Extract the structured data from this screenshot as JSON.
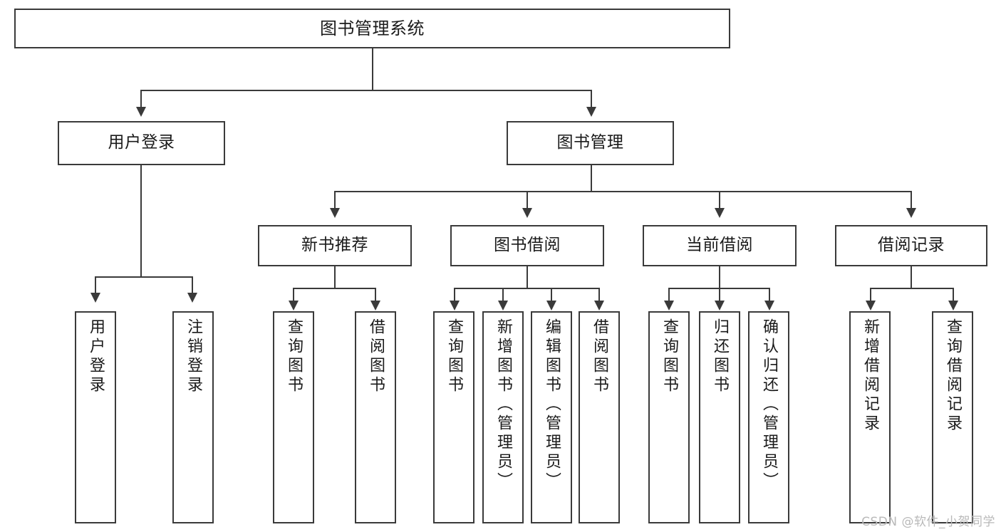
{
  "diagram": {
    "title": "图书管理系统",
    "type": "tree-hierarchy-diagram",
    "colors": {
      "stroke": "#3a3a3a",
      "fill": "#ffffff",
      "text": "#1a1a1a",
      "watermark": "#b9b9b9"
    },
    "root": {
      "label": "图书管理系统"
    },
    "level2": [
      {
        "label": "用户登录"
      },
      {
        "label": "图书管理"
      }
    ],
    "level3": [
      {
        "label": "新书推荐"
      },
      {
        "label": "图书借阅"
      },
      {
        "label": "当前借阅"
      },
      {
        "label": "借阅记录"
      }
    ],
    "leaves": {
      "user_login": [
        {
          "label": "用户登录"
        },
        {
          "label": "注销登录"
        }
      ],
      "new_book_recommend": [
        {
          "label": "查询图书"
        },
        {
          "label": "借阅图书"
        }
      ],
      "book_borrow": [
        {
          "label": "查询图书"
        },
        {
          "label": "新增图书（管理员）"
        },
        {
          "label": "编辑图书（管理员）"
        },
        {
          "label": "借阅图书"
        }
      ],
      "current_borrow": [
        {
          "label": "查询图书"
        },
        {
          "label": "归还图书"
        },
        {
          "label": "确认归还（管理员）"
        }
      ],
      "borrow_record": [
        {
          "label": "新增借阅记录"
        },
        {
          "label": "查询借阅记录"
        }
      ]
    }
  },
  "watermark": {
    "text": "CSDN @软件_小贺同学"
  }
}
